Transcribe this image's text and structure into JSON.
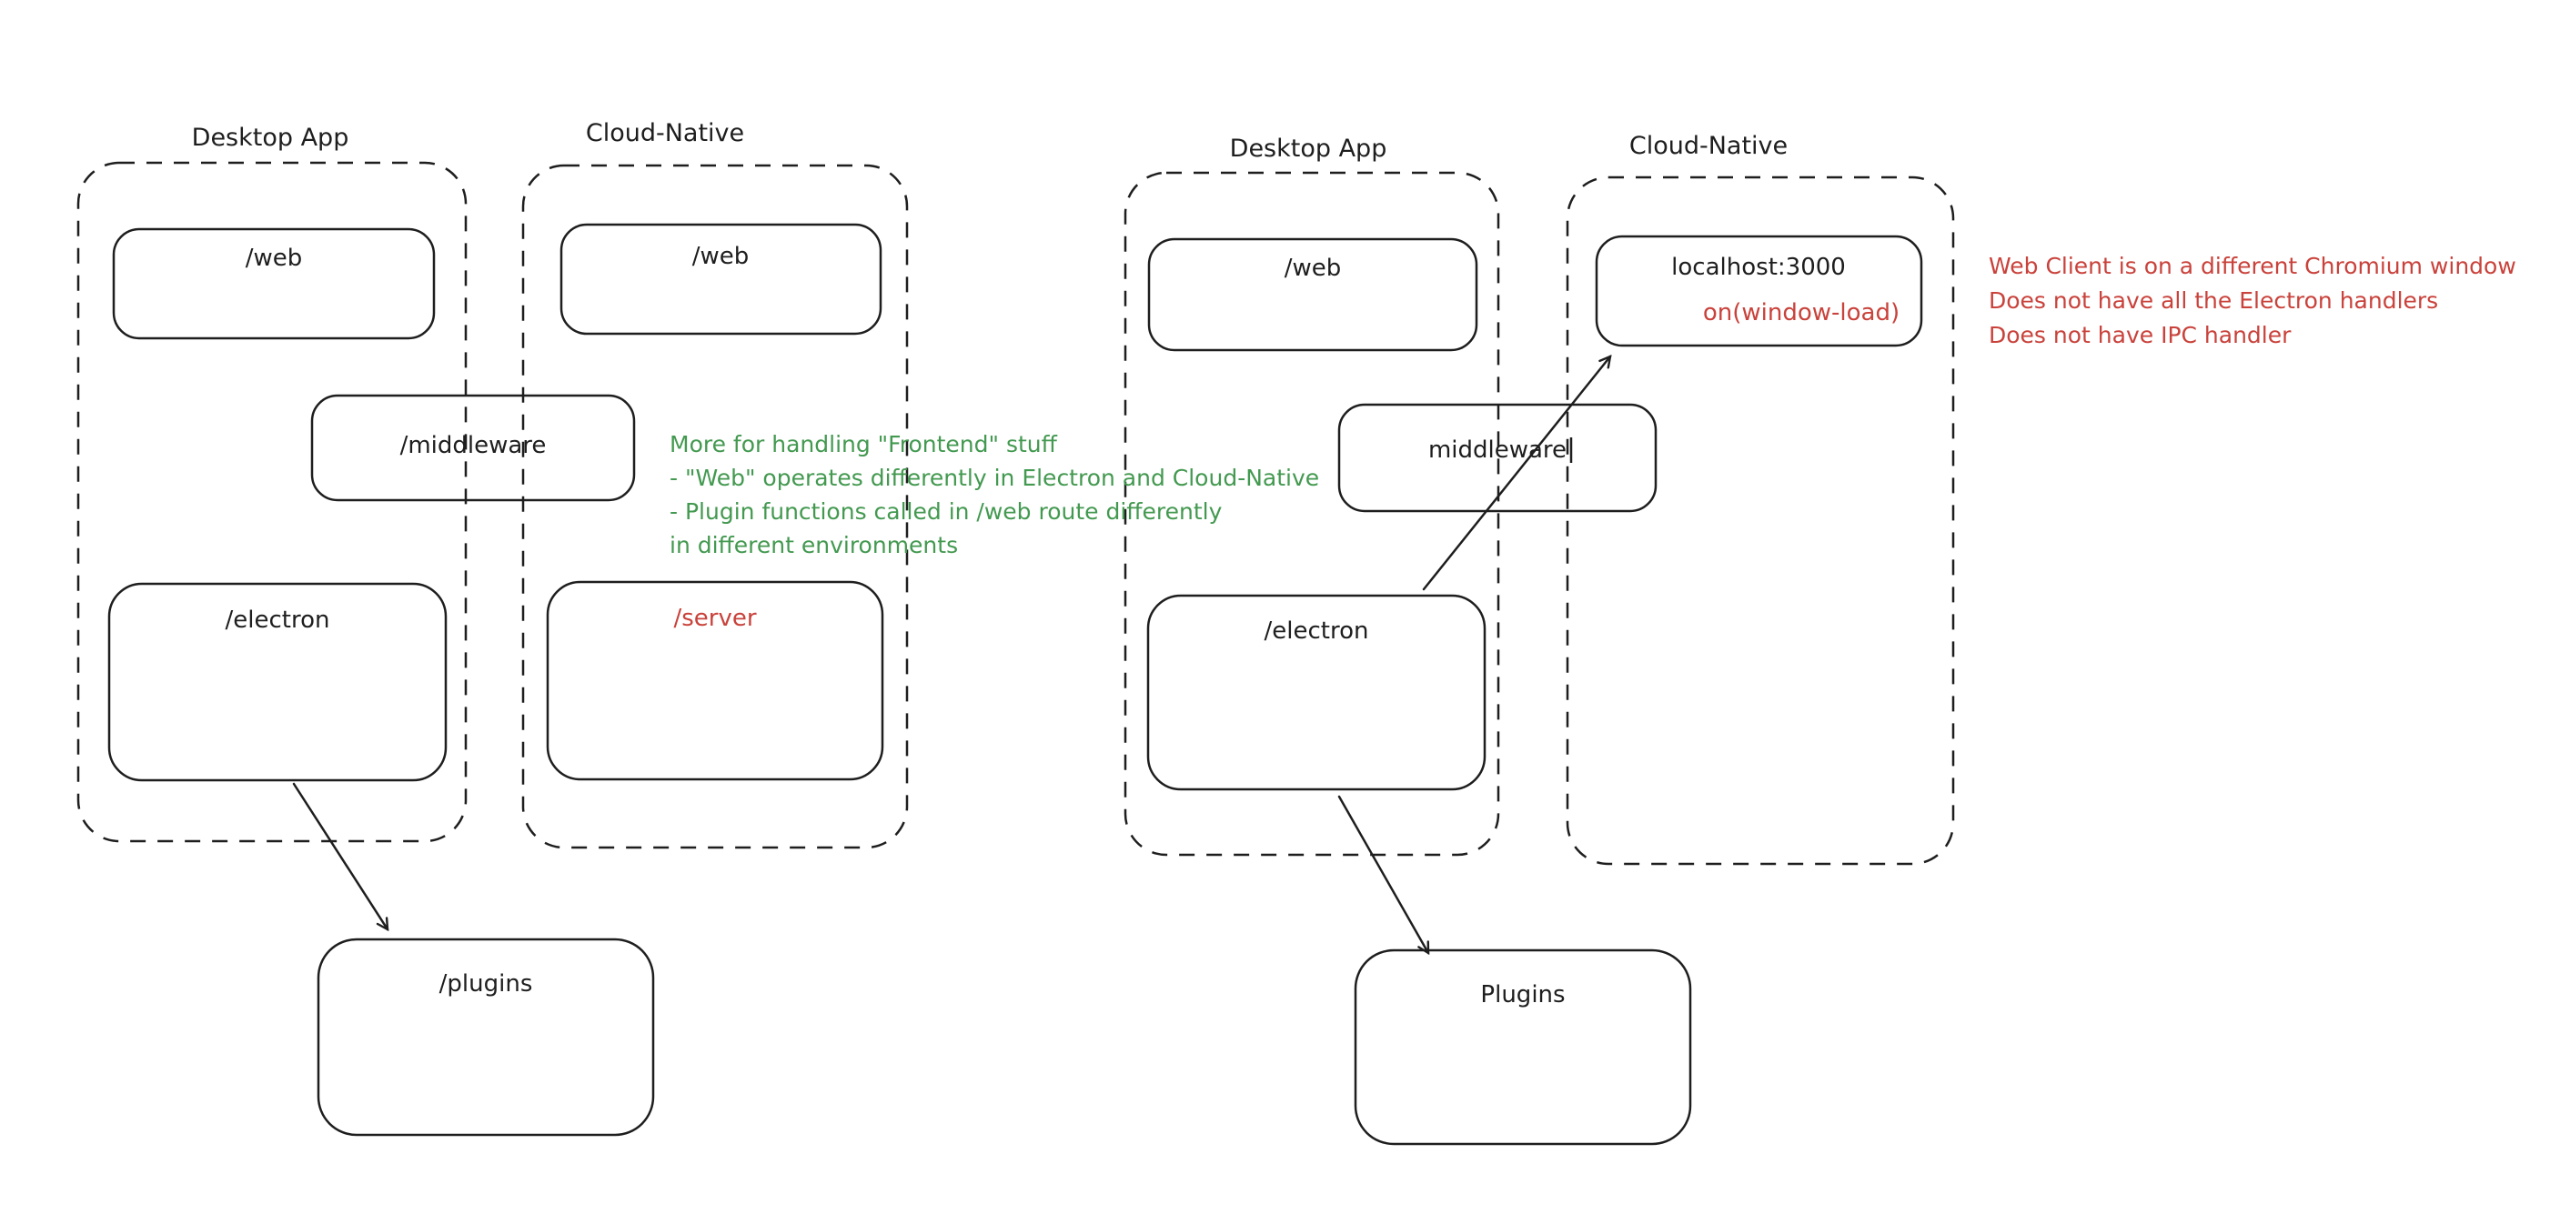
{
  "canvas": {
    "background": "#ffffff",
    "ink_color": "#1e1e1e",
    "green_color": "#439950",
    "red_color": "#c9423b"
  },
  "groups": [
    {
      "label": "Desktop App"
    },
    {
      "label": "Cloud-Native"
    },
    {
      "label": "Desktop App"
    },
    {
      "label": "Cloud-Native"
    }
  ],
  "boxes": {
    "web_left_desktop": "/web",
    "web_left_cloud": "/web",
    "middleware_left": "/middleware",
    "electron_left": "/electron",
    "server": "/server",
    "plugins_left": "/plugins",
    "web_right_desktop": "/web",
    "middleware_right": "middleware",
    "electron_right": "/electron",
    "localhost_title": "localhost:3000",
    "localhost_subtitle": "on(window-load)",
    "plugins_right": "Plugins"
  },
  "notes": {
    "green_lines": [
      "More for handling \"Frontend\" stuff",
      "- \"Web\" operates differently in Electron and Cloud-Native",
      "- Plugin functions called in /web route differently",
      "in different environments"
    ],
    "red_lines": [
      "Web Client is on a different Chromium window",
      "Does not have all the Electron handlers",
      "Does not have IPC handler"
    ]
  }
}
